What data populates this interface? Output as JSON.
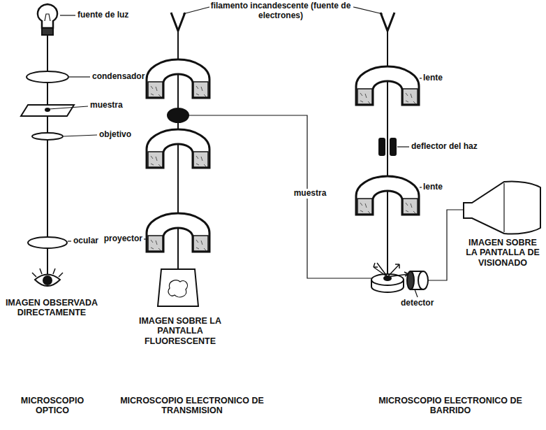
{
  "diagram": {
    "labels": [
      "fuente de luz",
      "condensador",
      "muestra",
      "objetivo",
      "ocular",
      "IMAGEN OBSERVADA DIRECTAMENTE",
      "filamento incandescente (fuente de electrones)",
      "lente",
      "deflector del haz",
      "muestra",
      "lente",
      "proyector",
      "IMAGEN SOBRE LA PANTALLA DE VISIONADO",
      "detector",
      "IMAGEN SOBRE LA PANTALLA FLUORESCENTE",
      "MICROSCOPIO OPTICO",
      "MICROSCOPIO ELECTRONICO DE TRANSMISION",
      "MICROSCOPIO ELECTRONICO DE BARRIDO"
    ]
  }
}
